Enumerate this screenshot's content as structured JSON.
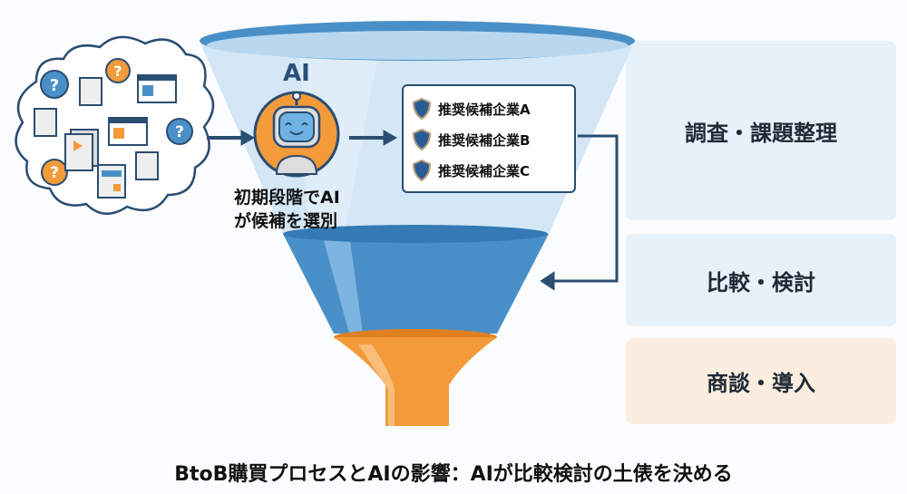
{
  "ai_label": "AI",
  "ai_caption": "初期段階でAI\nが候補を選別",
  "candidates": [
    "推奨候補企業A",
    "推奨候補企業B",
    "推奨候補企業C"
  ],
  "stages": [
    "調査・課題整理",
    "比較・検討",
    "商談・導入"
  ],
  "title": "BtoB購買プロセスとAIの影響：AIが比較検討の土俵を決める",
  "colors": {
    "navy": "#2a4d72",
    "blue": "#4a90c8",
    "orange": "#f39a3a",
    "light_blue": "#e6f1fa",
    "peach": "#fbeee0"
  }
}
